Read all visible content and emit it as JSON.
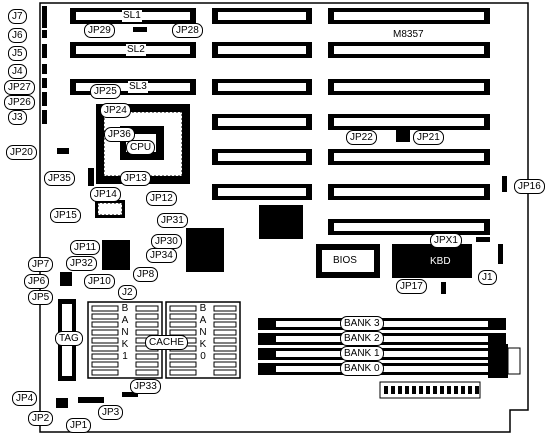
{
  "board": {
    "model": "M8357"
  },
  "slots": {
    "sl1": "SL1",
    "sl2": "SL2",
    "sl3": "SL3"
  },
  "jumpers": {
    "jp1": "JP1",
    "jp2": "JP2",
    "jp3": "JP3",
    "jp4": "JP4",
    "jp5": "JP5",
    "jp6": "JP6",
    "jp7": "JP7",
    "jp8": "JP8",
    "jp10": "JP10",
    "jp11": "JP11",
    "jp12": "JP12",
    "jp13": "JP13",
    "jp14": "JP14",
    "jp15": "JP15",
    "jp16": "JP16",
    "jp17": "JP17",
    "jp20": "JP20",
    "jp21": "JP21",
    "jp22": "JP22",
    "jp24": "JP24",
    "jp25": "JP25",
    "jp26": "JP26",
    "jp27": "JP27",
    "jp28": "JP28",
    "jp29": "JP29",
    "jp30": "JP30",
    "jp31": "JP31",
    "jp32": "JP32",
    "jp33": "JP33",
    "jp34": "JP34",
    "jp35": "JP35",
    "jp36": "JP36",
    "j1": "J1",
    "j2": "J2",
    "j3": "J3",
    "j4": "J4",
    "j5": "J5",
    "j6": "J6",
    "j7": "J7",
    "jpx1": "JPX1"
  },
  "components": {
    "cpu": "CPU",
    "bios": "BIOS",
    "kbd": "KBD",
    "cache": "CACHE",
    "tag": "TAG",
    "bank1_vertical": "BANK1",
    "bank0_vertical": "BANK0"
  },
  "simm_banks": [
    "BANK 3",
    "BANK 2",
    "BANK 1",
    "BANK 0"
  ]
}
